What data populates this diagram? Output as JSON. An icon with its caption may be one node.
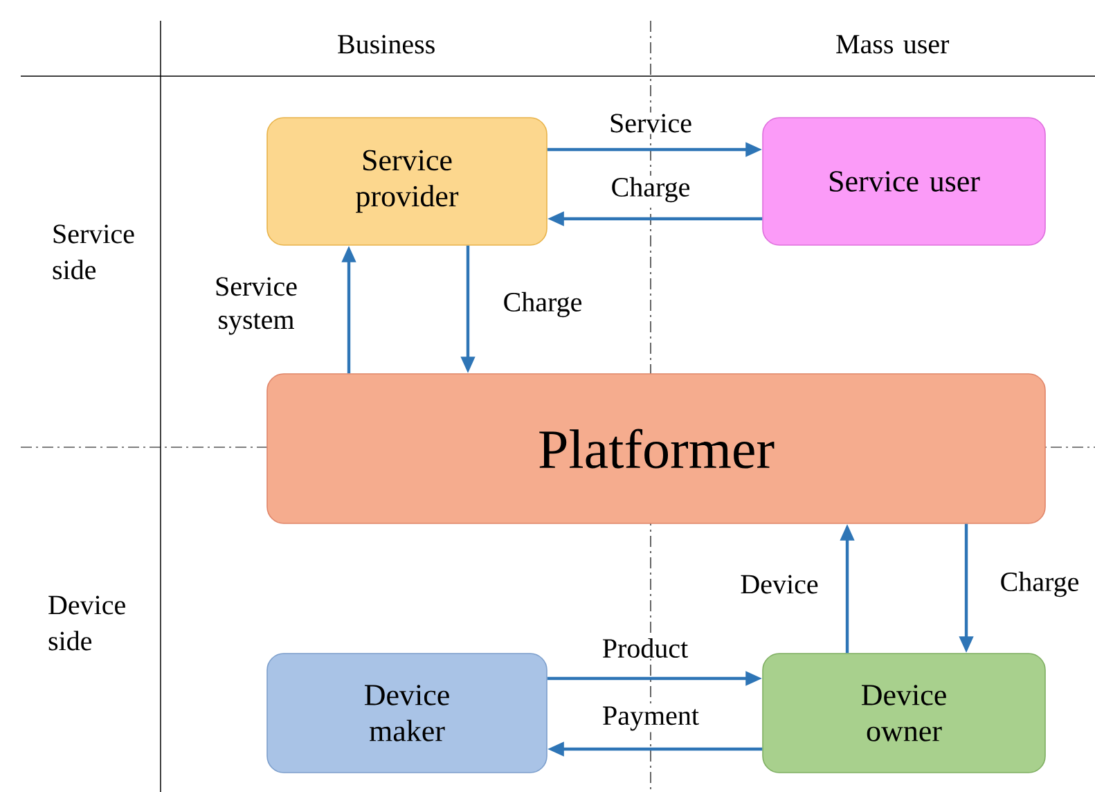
{
  "diagram": {
    "nodes": [
      {
        "text": [
          "Service provider"
        ]
      },
      {
        "text": [
          "Service user"
        ]
      },
      {
        "text": [
          "Platformer"
        ]
      },
      {
        "text": [
          "Device maker"
        ]
      },
      {
        "text": [
          "Device owner"
        ]
      }
    ],
    "edges": [
      {
        "from": 0,
        "to": 1,
        "arrow": "to",
        "label": "Service"
      },
      {
        "from": 1,
        "to": 0,
        "arrow": "to",
        "label": "Charge"
      },
      {
        "from": 2,
        "to": 0,
        "arrow": "to",
        "label": "Service system"
      },
      {
        "from": 0,
        "to": 2,
        "arrow": "to",
        "label": "Charge"
      },
      {
        "from": 4,
        "to": 2,
        "arrow": "to",
        "label": "Device"
      },
      {
        "from": 2,
        "to": 4,
        "arrow": "to",
        "label": "Charge"
      },
      {
        "from": 3,
        "to": 4,
        "arrow": "to",
        "label": "Product"
      },
      {
        "from": 4,
        "to": 3,
        "arrow": "to",
        "label": "Payment"
      }
    ],
    "labels": [
      "Business",
      "Mass user",
      "Service side",
      "Device side"
    ]
  }
}
